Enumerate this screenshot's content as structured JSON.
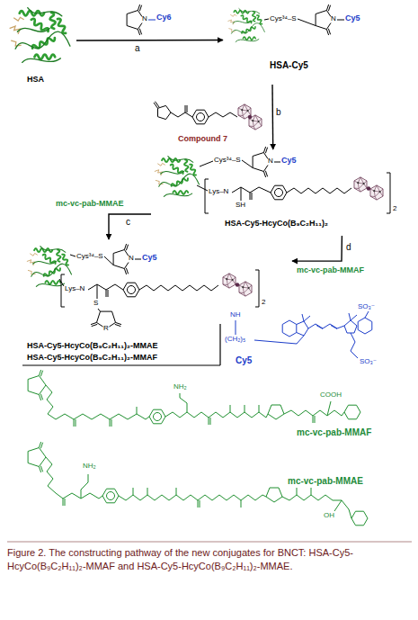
{
  "diagram": {
    "caption": "Figure 2. The constructing pathway of the new conjugates for BNCT: HSA-Cy5-HcyCo(B₉C₂H₁₁)₂-MMAF and HSA-Cy5-HcyCo(B₉C₂H₁₁)₂-MMAE.",
    "nodes": [
      {
        "text": [
          "HSA"
        ]
      },
      {
        "text": [
          "Cys³⁴–S",
          "N",
          "Cy5",
          "HSA-Cy5"
        ]
      },
      {
        "text": [
          "Compound 7"
        ]
      },
      {
        "text": [
          "Cys³⁴–S",
          "N",
          "Cy5",
          "Lys–N",
          "SH",
          "HSA-Cy5-HcyCo(B₉C₂H₁₁)₂"
        ]
      },
      {
        "text": [
          "Cys³⁴–S",
          "N",
          "Cy5",
          "Lys–N",
          "S",
          "R",
          "HSA-Cy5-HcyCo(B₉C₂H₁₁)₂-MMAE",
          "HSA-Cy5-HcyCo(B₉C₂H₁₁)₂-MMAF"
        ]
      }
    ],
    "edges": [
      {
        "from": 0,
        "to": 1,
        "arrow": "to",
        "label": "a"
      },
      {
        "from": 1,
        "to": 3,
        "arrow": "to",
        "label": "b"
      },
      {
        "from": 3,
        "to": 4,
        "arrow": "to",
        "label": "c"
      },
      {
        "from": 3,
        "to": 4,
        "arrow": "to",
        "label": "d"
      }
    ],
    "labels": [
      "N",
      "Cy6",
      "mc-vc-pab-MMAE",
      "mc-vc-pab-MMAF",
      "2",
      "2",
      "Cy5",
      "NH",
      "(CH₂)₅",
      "SO₃⁻",
      "SO₃⁻",
      "mc-vc-pab-MMAF",
      "NH₂",
      "COOH",
      "mc-vc-pab-MMAE",
      "NH₂",
      "OH"
    ]
  }
}
